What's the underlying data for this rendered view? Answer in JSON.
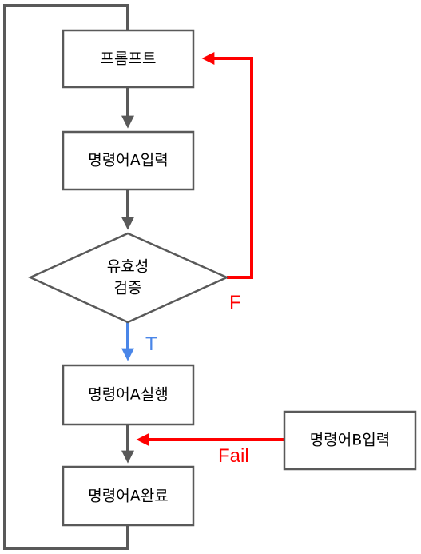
{
  "nodes": {
    "prompt": {
      "label": "프롬프트"
    },
    "input_a": {
      "label": "명령어A입력"
    },
    "validate": {
      "line1": "유효성",
      "line2": "검증"
    },
    "execute_a": {
      "label": "명령어A실행"
    },
    "complete_a": {
      "label": "명령어A완료"
    },
    "input_b": {
      "label": "명령어B입력"
    }
  },
  "edge_labels": {
    "false": "F",
    "true": "T",
    "fail": "Fail"
  },
  "colors": {
    "default": "#595959",
    "false_path": "#ff0000",
    "true_path": "#4a86e8",
    "fail_path": "#ff0000"
  }
}
